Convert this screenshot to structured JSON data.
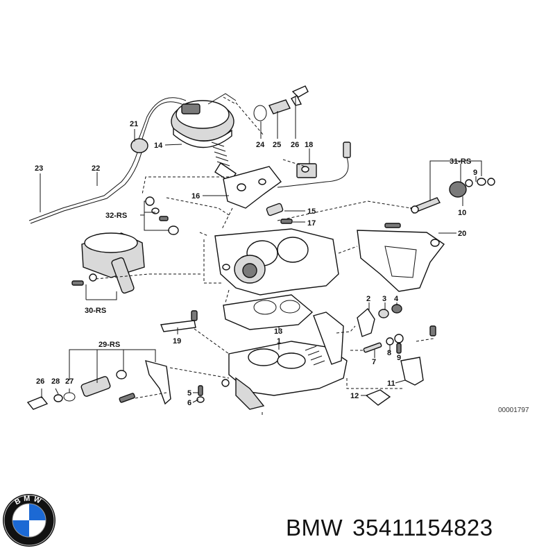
{
  "diagram": {
    "drawing_id": "00001797",
    "callouts": [
      {
        "id": "c21",
        "text": "21"
      },
      {
        "id": "c14",
        "text": "14"
      },
      {
        "id": "c23",
        "text": "23"
      },
      {
        "id": "c22",
        "text": "22"
      },
      {
        "id": "c24",
        "text": "24"
      },
      {
        "id": "c25",
        "text": "25"
      },
      {
        "id": "c26a",
        "text": "26"
      },
      {
        "id": "c18",
        "text": "18"
      },
      {
        "id": "c16",
        "text": "16"
      },
      {
        "id": "c32rs",
        "text": "32-RS"
      },
      {
        "id": "c15",
        "text": "15"
      },
      {
        "id": "c17",
        "text": "17"
      },
      {
        "id": "c31rs",
        "text": "31-RS"
      },
      {
        "id": "c9",
        "text": "9"
      },
      {
        "id": "c10",
        "text": "10"
      },
      {
        "id": "c20",
        "text": "20"
      },
      {
        "id": "c30rs",
        "text": "30-RS"
      },
      {
        "id": "c2",
        "text": "2"
      },
      {
        "id": "c3",
        "text": "3"
      },
      {
        "id": "c4",
        "text": "4"
      },
      {
        "id": "c13",
        "text": "13"
      },
      {
        "id": "c1",
        "text": "1"
      },
      {
        "id": "c19",
        "text": "19"
      },
      {
        "id": "c29rs",
        "text": "29-RS"
      },
      {
        "id": "c7",
        "text": "7"
      },
      {
        "id": "c8",
        "text": "8"
      },
      {
        "id": "c9b",
        "text": "9"
      },
      {
        "id": "c26b",
        "text": "26"
      },
      {
        "id": "c28",
        "text": "28"
      },
      {
        "id": "c27",
        "text": "27"
      },
      {
        "id": "c5",
        "text": "5"
      },
      {
        "id": "c6",
        "text": "6"
      },
      {
        "id": "c11",
        "text": "11"
      },
      {
        "id": "c12",
        "text": "12"
      }
    ]
  },
  "footer": {
    "brand": "BMW",
    "part_number": "35411154823",
    "logo_icon": "bmw-roundel-icon",
    "logo_letters": "BMW",
    "colors": {
      "logo_blue": "#1c69d4",
      "logo_ring": "#111111",
      "text": "#111111"
    }
  }
}
